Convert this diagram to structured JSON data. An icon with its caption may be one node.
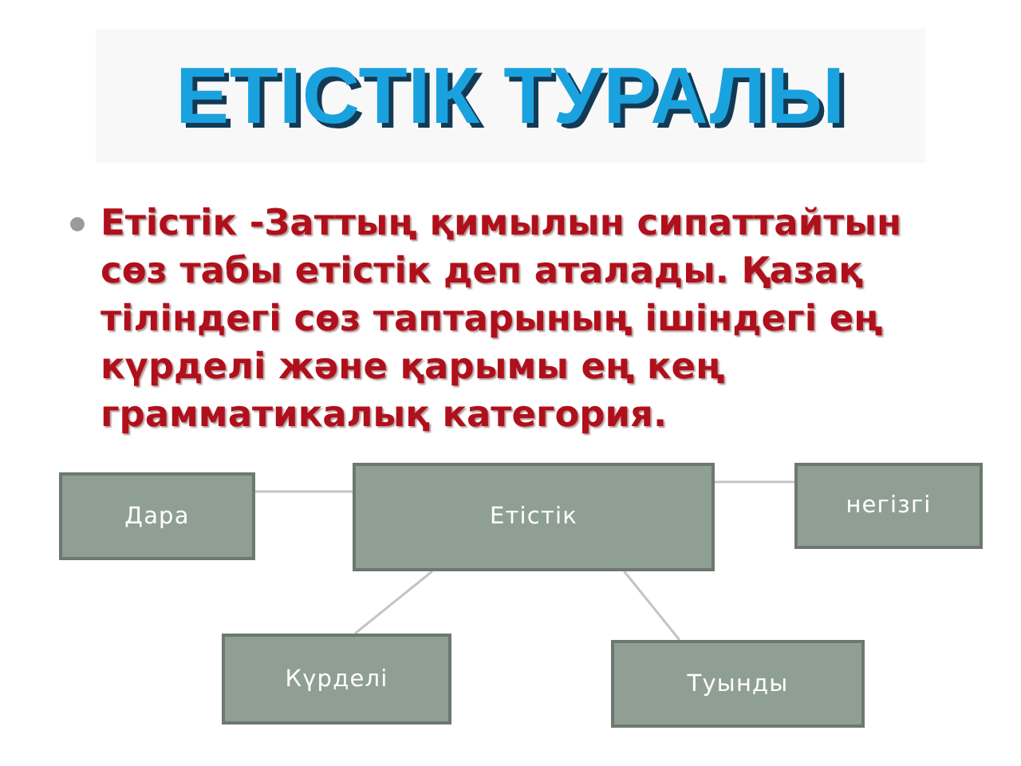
{
  "diagram": {
    "title": "ЕТІСТІК ТУРАЛЫ",
    "nodes": [
      {
        "text": [
          "Етістік"
        ]
      },
      {
        "text": [
          "Дара"
        ]
      },
      {
        "text": [
          "негізгі"
        ]
      },
      {
        "text": [
          "Күрделі"
        ]
      },
      {
        "text": [
          "Туынды"
        ]
      }
    ],
    "edges": [
      {
        "from": 0,
        "to": 1,
        "arrow": "none"
      },
      {
        "from": 0,
        "to": 2,
        "arrow": "none"
      },
      {
        "from": 0,
        "to": 3,
        "arrow": "none"
      },
      {
        "from": 0,
        "to": 4,
        "arrow": "none"
      }
    ],
    "labels": [
      "**Етістік** -Заттың қимылын сипаттайтын сөз табы етістік деп аталады. Қазақ тіліндегі сөз таптарының ішіндегі ең күрделі және қарымы ең кең грамматикалық категория."
    ]
  }
}
